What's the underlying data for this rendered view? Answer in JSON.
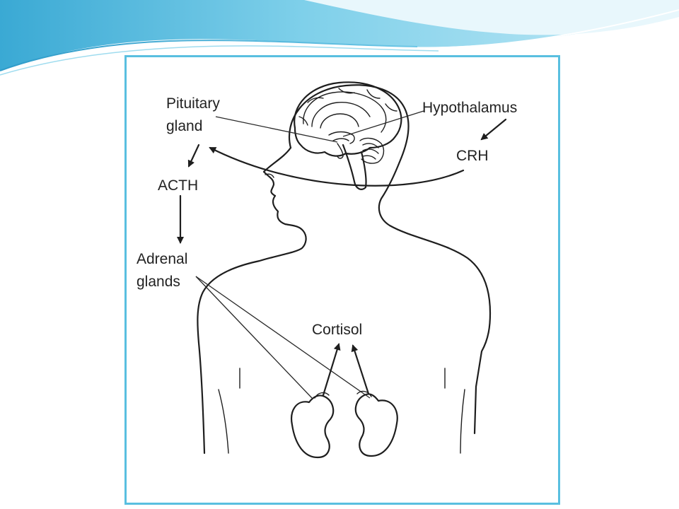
{
  "theme": {
    "frame_color": "#59bfe0",
    "wave_light": "#bfe8f5",
    "wave_mid": "#7fd0ea",
    "wave_dark": "#3aa9d4",
    "ink_color": "#1e1e1e"
  },
  "diagram": {
    "labels": {
      "pituitary_line1": "Pituitary",
      "pituitary_line2": "gland",
      "hypothalamus": "Hypothalamus",
      "crh": "CRH",
      "acth": "ACTH",
      "adrenal_line1": "Adrenal",
      "adrenal_line2": "glands",
      "cortisol": "Cortisol"
    },
    "icons": [
      "brain-icon",
      "human-body-icon",
      "kidney-icon"
    ]
  }
}
